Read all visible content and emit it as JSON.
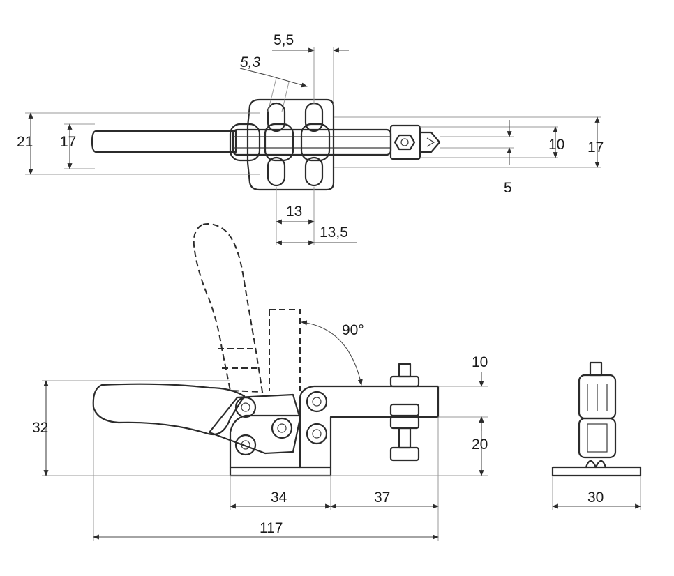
{
  "dimensions": {
    "top_view": {
      "slot_width": "5,5",
      "slot_width_small": "5,3",
      "base_height": "21",
      "handle_height": "17",
      "bolt_height": "10",
      "clamp_height": "17",
      "offset": "5",
      "hole_spacing_1": "13",
      "hole_spacing_2": "13,5"
    },
    "side_view": {
      "angle": "90°",
      "top_height": "10",
      "total_height": "32",
      "lower_height": "20",
      "base_length": "34",
      "arm_length": "37",
      "total_length": "117"
    },
    "end_view": {
      "base_width": "30"
    }
  }
}
